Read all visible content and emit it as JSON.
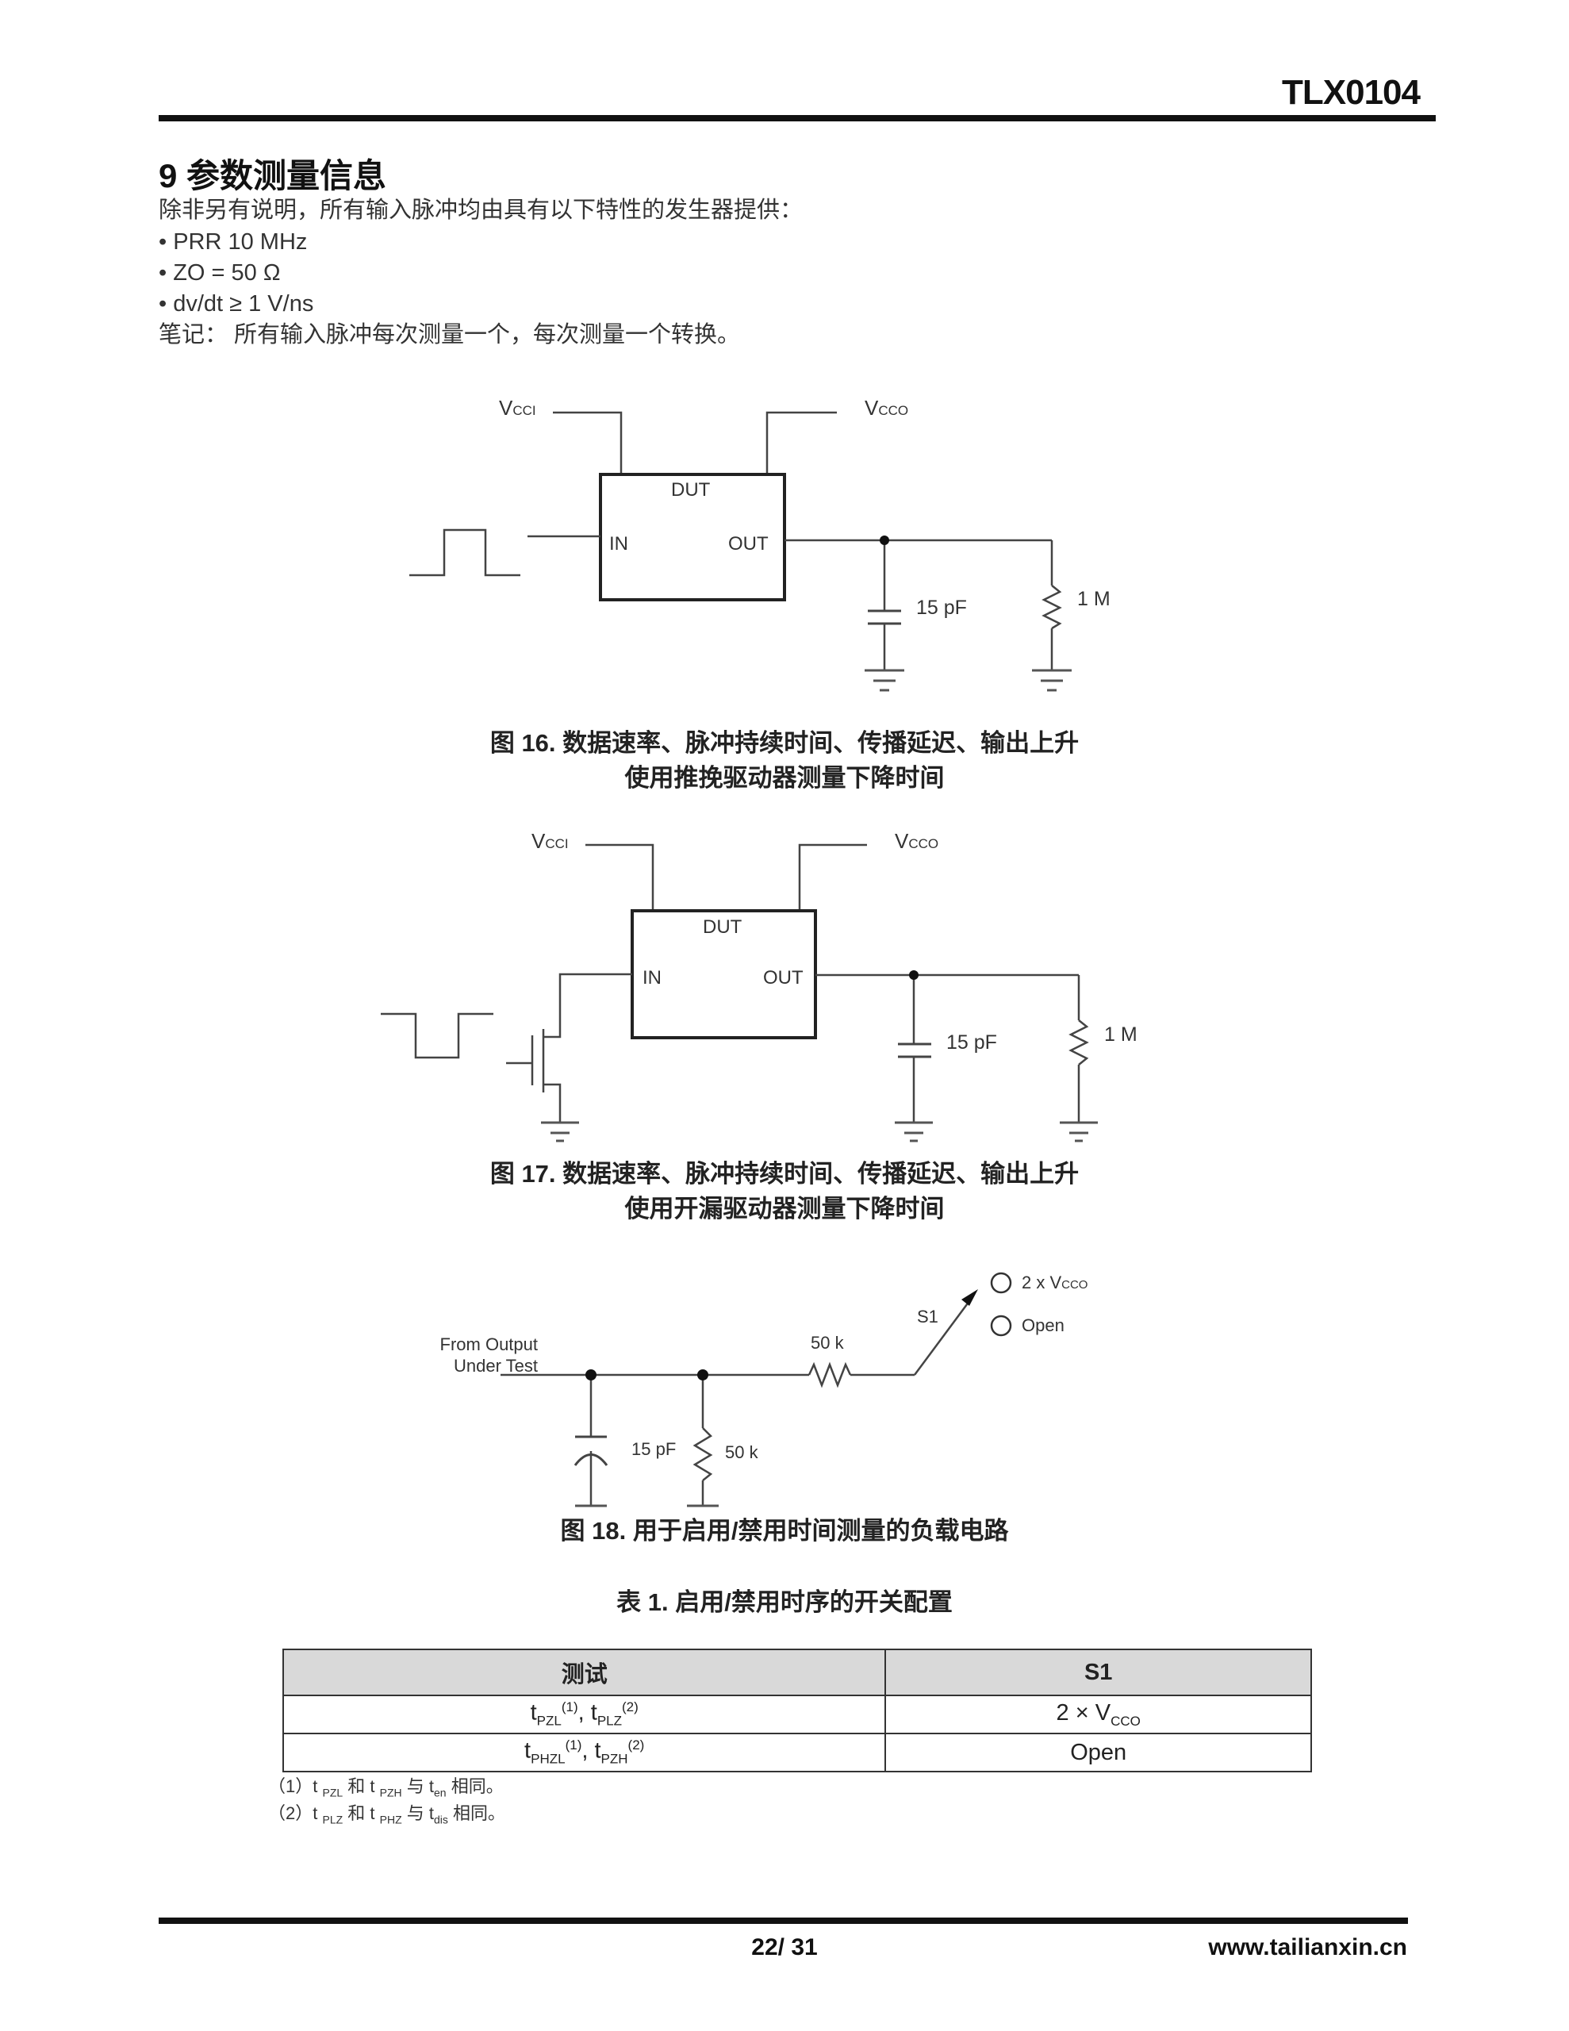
{
  "header": {
    "doc_id": "TLX0104"
  },
  "section": {
    "title": "9 参数测量信息",
    "intro": "除非另有说明，所有输入脉冲均由具有以下特性的发生器提供：",
    "bullets": [
      "• PRR 10 MHz",
      "• ZO = 50 Ω",
      "• dv/dt ≥ 1 V/ns"
    ],
    "note": "笔记：  所有输入脉冲每次测量一个，每次测量一个转换。"
  },
  "figure16": {
    "labels": {
      "vcci_main": "V",
      "vcci_sub": "CCI",
      "vcco_main": "V",
      "vcco_sub": "CCO",
      "dut": "DUT",
      "in": "IN",
      "out": "OUT",
      "cap": "15 pF",
      "res": "1 M"
    },
    "caption_prefix": "图 ",
    "caption_num": "16.",
    "caption_line1": " 数据速率、脉冲持续时间、传播延迟、输出上升",
    "caption_line2": "使用推挽驱动器测量下降时间"
  },
  "figure17": {
    "labels": {
      "vcci_main": "V",
      "vcci_sub": "CCI",
      "vcco_main": "V",
      "vcco_sub": "CCO",
      "dut": "DUT",
      "in": "IN",
      "out": "OUT",
      "cap": "15 pF",
      "res": "1 M"
    },
    "caption_prefix": "图 ",
    "caption_num": "17.",
    "caption_line1": " 数据速率、脉冲持续时间、传播延迟、输出上升",
    "caption_line2": "使用开漏驱动器测量下降时间"
  },
  "figure18": {
    "labels": {
      "from_line1": "From Output",
      "from_line2": "Under Test",
      "cap": "15 pF",
      "res_shunt": "50 k",
      "res_series": "50 k",
      "switch": "S1",
      "opt1_main": "2 x V",
      "opt1_sub": "CCO",
      "opt2": "Open"
    },
    "caption_prefix": "图 ",
    "caption_num": "18.",
    "caption_text": " 用于启用/禁用时间测量的负载电路"
  },
  "table1": {
    "title_prefix": "表 ",
    "title_num": "1.",
    "title_text": " 启用/禁用时序的开关配置",
    "headers": [
      "测试",
      "S1"
    ],
    "rows": [
      {
        "test": [
          {
            "t": "t",
            "s": "PZL",
            "n": "(1)"
          },
          {
            "t": "t",
            "s": "PLZ",
            "n": "(2)"
          }
        ],
        "s1_main": "2 × V",
        "s1_sub": "CCO"
      },
      {
        "test": [
          {
            "t": "t",
            "s": "PHZL",
            "n": "(1)"
          },
          {
            "t": "t",
            "s": "PZH",
            "n": "(2)"
          }
        ],
        "s1_main": "Open",
        "s1_sub": ""
      }
    ],
    "notes": [
      {
        "idx": "（1）",
        "a": "PZL",
        "b": "PZH",
        "c": "en",
        "text_and": " 和 ",
        "text_with": " 与 ",
        "text_end": " 相同。"
      },
      {
        "idx": "（2）",
        "a": "PLZ",
        "b": "PHZ",
        "c": "dis",
        "text_and": " 和 ",
        "text_with": " 与 ",
        "text_end": " 相同。"
      }
    ]
  },
  "footer": {
    "page": "22/ 31",
    "url": "www.tailianxin.cn"
  }
}
